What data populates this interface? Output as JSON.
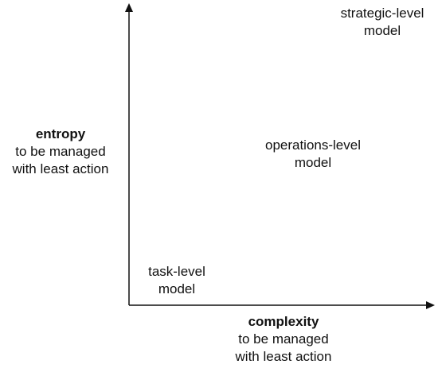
{
  "axes": {
    "y": {
      "title": "entropy",
      "subtitle_lines": [
        "to be managed",
        "with least action"
      ]
    },
    "x": {
      "title": "complexity",
      "subtitle_lines": [
        "to be managed",
        "with least action"
      ]
    }
  },
  "models": [
    {
      "lines": [
        "task-level",
        "model"
      ]
    },
    {
      "lines": [
        "operations-level",
        "model"
      ]
    },
    {
      "lines": [
        "strategic-level",
        "model"
      ]
    }
  ],
  "colors": {
    "axis": "#111111",
    "text": "#111111"
  }
}
